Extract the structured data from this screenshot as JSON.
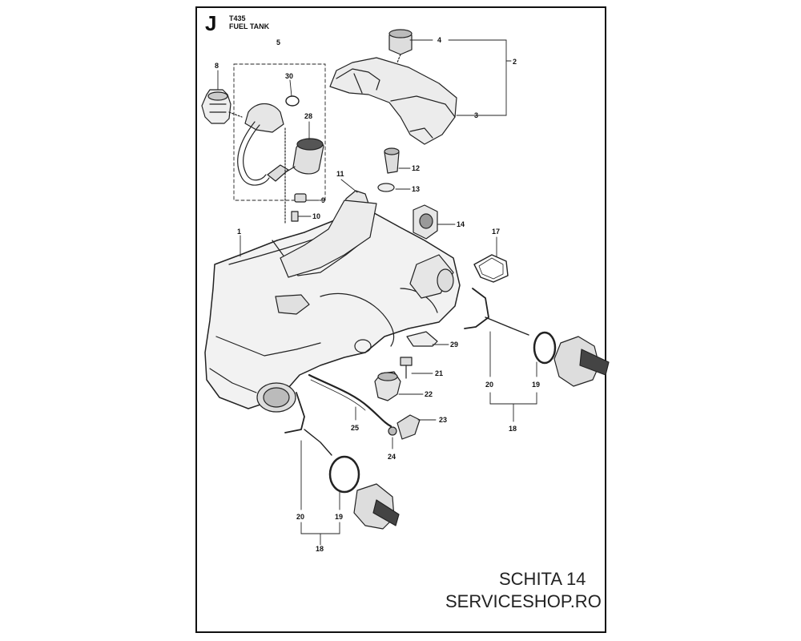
{
  "header": {
    "section": "J",
    "model": "T435",
    "title": "FUEL TANK"
  },
  "footer": {
    "schita": "SCHITA 14",
    "shop": "SERVICESHOP.RO"
  },
  "callouts": [
    {
      "id": "c8",
      "label": "8"
    },
    {
      "id": "c5",
      "label": "5"
    },
    {
      "id": "c30",
      "label": "30"
    },
    {
      "id": "c28",
      "label": "28"
    },
    {
      "id": "c4",
      "label": "4"
    },
    {
      "id": "c2",
      "label": "2"
    },
    {
      "id": "c3",
      "label": "3"
    },
    {
      "id": "c12",
      "label": "12"
    },
    {
      "id": "c11",
      "label": "11"
    },
    {
      "id": "c13",
      "label": "13"
    },
    {
      "id": "c9",
      "label": "9"
    },
    {
      "id": "c10",
      "label": "10"
    },
    {
      "id": "c14",
      "label": "14"
    },
    {
      "id": "c1",
      "label": "1"
    },
    {
      "id": "c17",
      "label": "17"
    },
    {
      "id": "c29",
      "label": "29"
    },
    {
      "id": "c21",
      "label": "21"
    },
    {
      "id": "c22",
      "label": "22"
    },
    {
      "id": "c20a",
      "label": "20"
    },
    {
      "id": "c19a",
      "label": "19"
    },
    {
      "id": "c18a",
      "label": "18"
    },
    {
      "id": "c25",
      "label": "25"
    },
    {
      "id": "c23",
      "label": "23"
    },
    {
      "id": "c24",
      "label": "24"
    },
    {
      "id": "c20b",
      "label": "20"
    },
    {
      "id": "c19b",
      "label": "19"
    },
    {
      "id": "c18b",
      "label": "18"
    }
  ]
}
